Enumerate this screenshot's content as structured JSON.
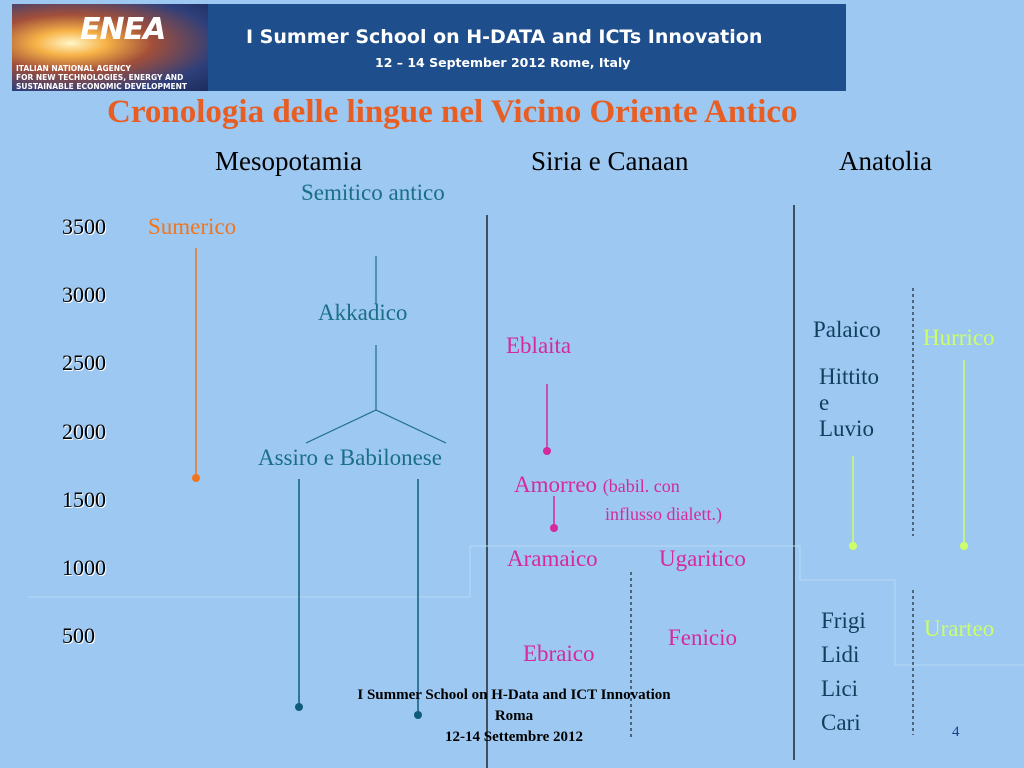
{
  "banner": {
    "logo": "ENEA",
    "logo_sub": [
      "ITALIAN NATIONAL AGENCY",
      "FOR NEW TECHNOLOGIES, ENERGY AND",
      "SUSTAINABLE ECONOMIC DEVELOPMENT"
    ],
    "title": "I Summer School on H-DATA and ICTs Innovation",
    "subtitle": "12 – 14 September 2012 Rome, Italy"
  },
  "slide": {
    "title": "Cronologia delle lingue nel Vicino Oriente Antico",
    "regions": [
      "Mesopotamia",
      "Siria e Canaan",
      "Anatolia"
    ],
    "years": [
      "3500",
      "3000",
      "2500",
      "2000",
      "1500",
      "1000",
      "500"
    ]
  },
  "languages": {
    "semitico_antico": "Semitico antico",
    "sumerico": "Sumerico",
    "akkadico": "Akkadico",
    "assiro_babilonese": "Assiro e Babilonese",
    "eblaita": "Eblaita",
    "amorreo": "Amorreo",
    "amorreo_note_1": "(babil. con",
    "amorreo_note_2": "influsso dialett.)",
    "aramaico": "Aramaico",
    "ugaritico": "Ugaritico",
    "fenicio": "Fenicio",
    "ebraico": "Ebraico",
    "palaico": "Palaico",
    "hurrico": "Hurrico",
    "hittito": [
      "Hittito",
      "e",
      "Luvio"
    ],
    "frigi": [
      "Frigi",
      "Lidi",
      "Lici",
      "Cari"
    ],
    "urarteo": "Urarteo"
  },
  "footer": {
    "line1": "I Summer School on H-Data and ICT Innovation",
    "line2": "Roma",
    "line3": "12-14 Settembre 2012"
  },
  "page_number": "4",
  "colors": {
    "background": "#9cc8f2",
    "title": "#e85d22",
    "akkadian": "#1a6e86",
    "sumerian": "#f2751c",
    "canaan": "#d6299b",
    "assyrian_lines": "#0f5c78",
    "hurrian": "#ccff66"
  }
}
